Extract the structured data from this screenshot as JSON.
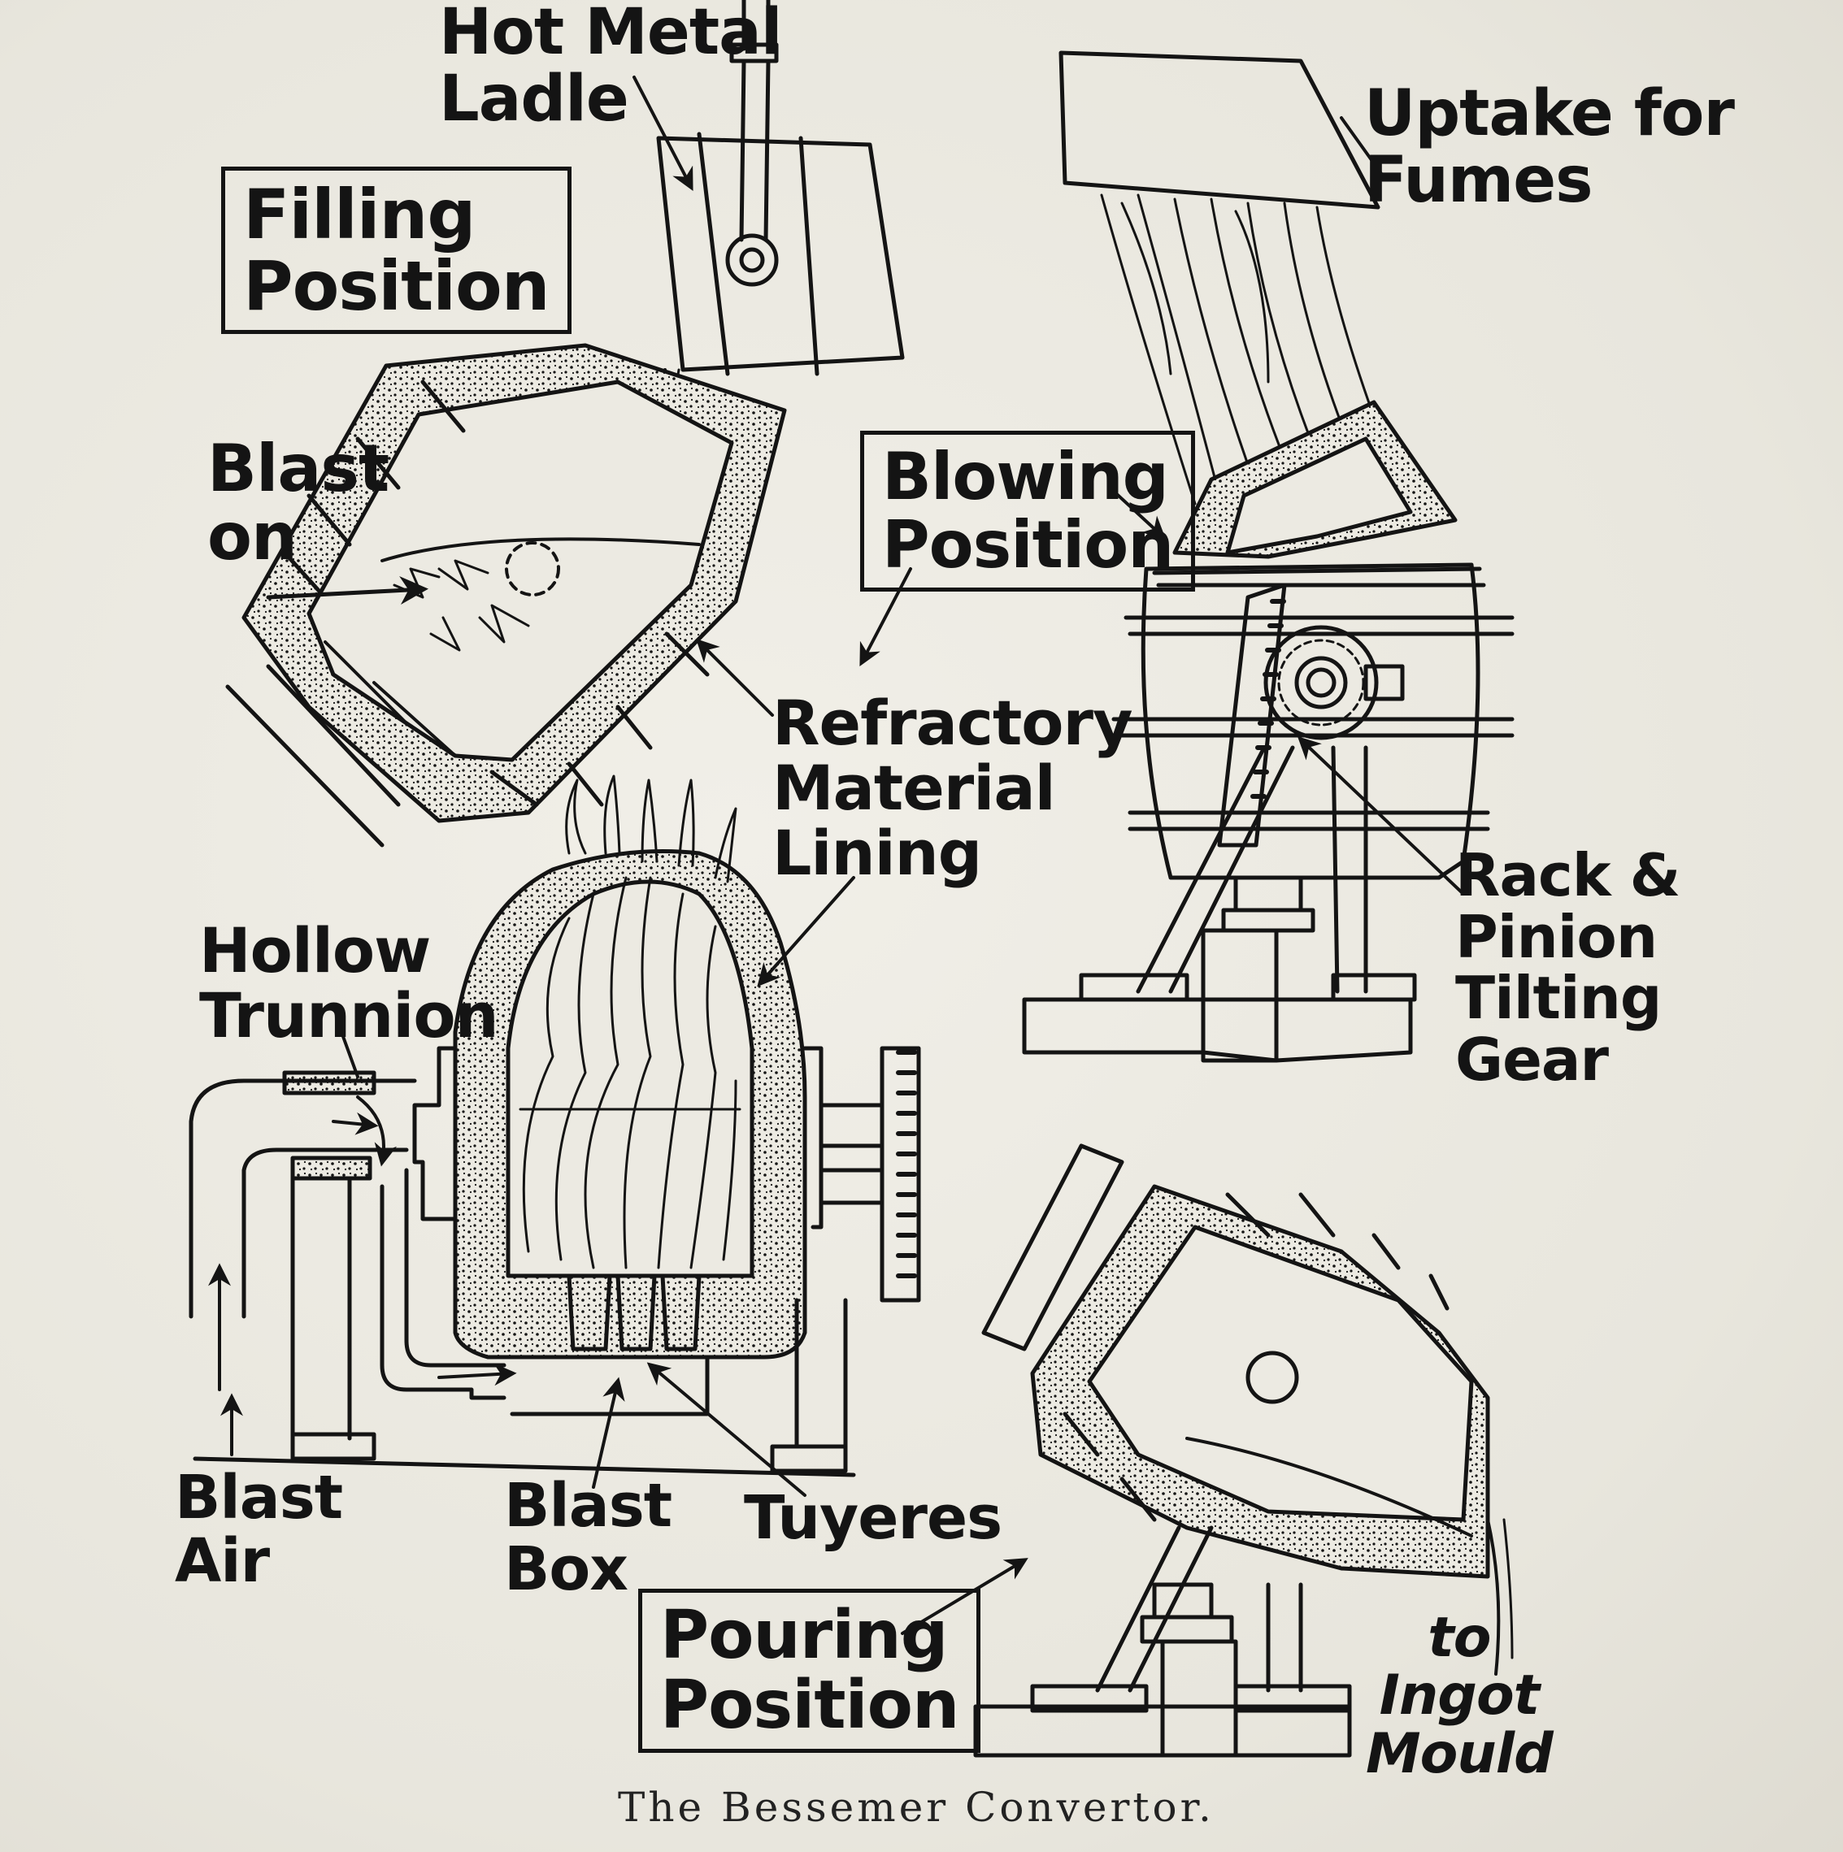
{
  "labels": {
    "hot_metal_ladle": "Hot Metal\nLadle",
    "filling_position": "Filling\nPosition",
    "uptake_for_fumes": "Uptake for\nFumes",
    "blast_on": "Blast\non",
    "blowing_position": "Blowing\nPosition",
    "refractory_lining": "Refractory\nMaterial\nLining",
    "hollow_trunnion": "Hollow\nTrunnion",
    "rack_pinion": "Rack &\nPinion\nTilting\nGear",
    "blast_air": "Blast\nAir",
    "blast_box": "Blast\nBox",
    "tuyeres": "Tuyeres",
    "pouring_position": "Pouring\nPosition",
    "to_ingot_mould": "to\nIngot\nMould"
  },
  "caption": "The Bessemer Convertor.",
  "colors": {
    "ink": "#141414",
    "paper": "#eceae2"
  }
}
